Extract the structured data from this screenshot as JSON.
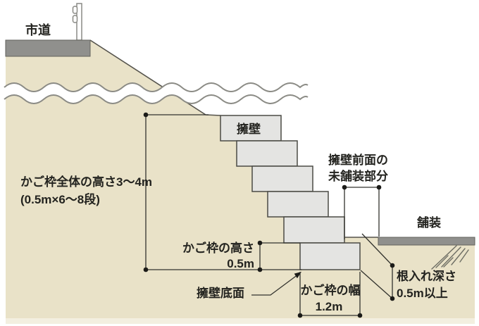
{
  "figure": {
    "type": "retaining-wall-cross-section",
    "labels": {
      "road": "市道",
      "wall": "擁壁",
      "overall_height_line1": "かご枠全体の高さ3〜4m",
      "overall_height_line2": "(0.5m×6〜8段)",
      "frame_height_line1": "かご枠の高さ",
      "frame_height_line2": "0.5m",
      "wall_bottom_face": "擁壁底面",
      "frame_width_line1": "かご枠の幅",
      "frame_width_line2": "1.2m",
      "unpaved_line1": "擁壁前面の",
      "unpaved_line2": "未舗装部分",
      "paving": "舗装",
      "embed_depth_line1": "根入れ深さ",
      "embed_depth_line2": "0.5m以上"
    },
    "dimensions": {
      "overall_height": "3〜4m",
      "tier_composition": "0.5m×6〜8段",
      "frame_height": "0.5m",
      "frame_width": "1.2m",
      "embed_depth_min": "0.5m以上",
      "blocks_drawn": 6
    },
    "colors": {
      "soil": "#e9e2c8",
      "soil_light_strip": "#f3efe0",
      "block_fill": "#e4e4e2",
      "block_border": "#4b4b45",
      "road_paving_gray": "#90908d",
      "line": "#33332e",
      "text": "#23231f"
    }
  }
}
